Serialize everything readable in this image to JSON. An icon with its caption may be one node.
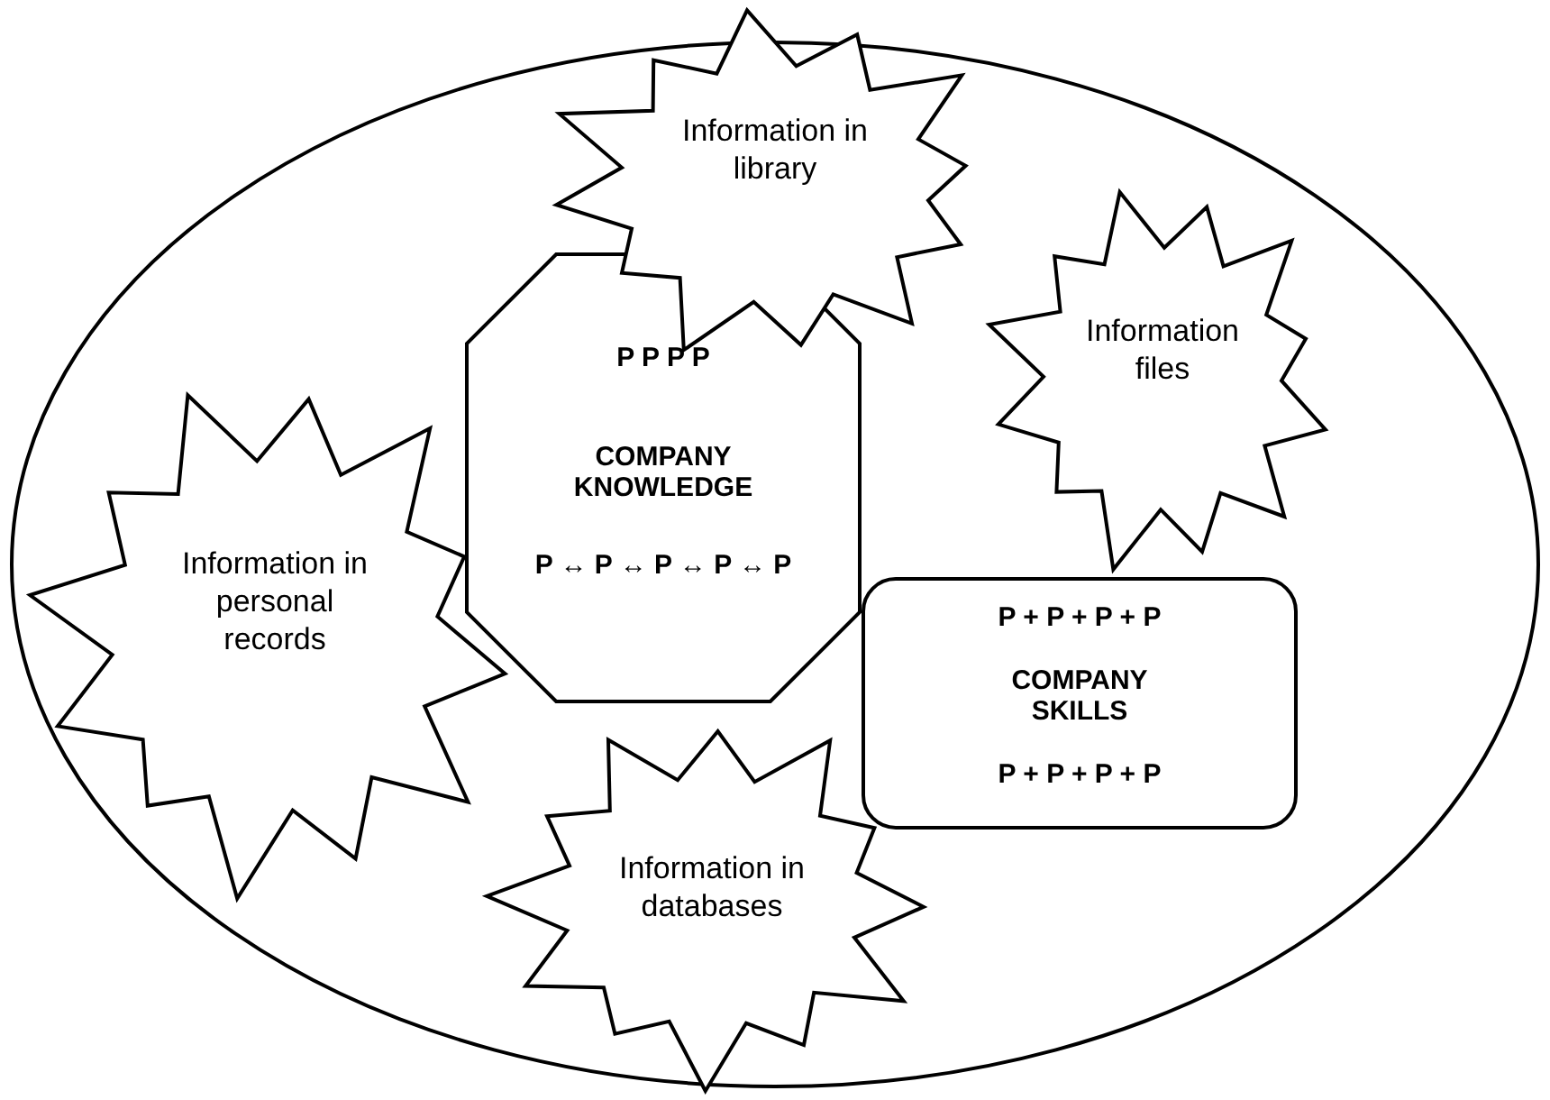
{
  "diagram": {
    "nodes": [
      {
        "text": [],
        "shape": "ellipse"
      },
      {
        "text": [
          "Information in library"
        ]
      },
      {
        "text": [
          "P P P P",
          "COMPANY KNOWLEDGE",
          "P ↔ P ↔ P ↔ P ↔ P"
        ],
        "in": 0
      },
      {
        "text": [
          "Information files"
        ],
        "in": 0
      },
      {
        "text": [
          "Information in personal records"
        ],
        "in": 0
      },
      {
        "text": [
          "P + P + P + P",
          "COMPANY SKILLS",
          "P + P + P + P"
        ],
        "in": 0
      },
      {
        "text": [
          "Information in databases"
        ],
        "in": 0
      }
    ]
  }
}
